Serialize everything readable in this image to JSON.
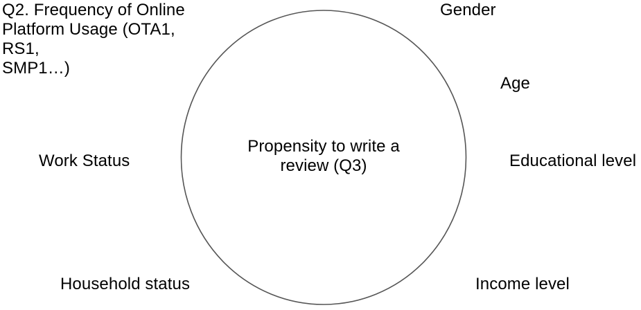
{
  "diagram": {
    "type": "conceptual-framework-circle",
    "background_color": "#ffffff",
    "text_color": "#000000",
    "circle": {
      "stroke_color": "#555555",
      "fill_color": "none",
      "center_label": "Propensity to write a\nreview (Q3)"
    },
    "labels": [
      {
        "id": "platform-usage",
        "text": "Q2. Frequency of Online\nPlatform Usage (OTA1, RS1,\nSMP1…)",
        "position": "top-left"
      },
      {
        "id": "gender",
        "text": "Gender",
        "position": "top-right"
      },
      {
        "id": "age",
        "text": "Age",
        "position": "upper-right"
      },
      {
        "id": "education",
        "text": "Educational level",
        "position": "right-middle"
      },
      {
        "id": "income",
        "text": "Income level",
        "position": "bottom-right"
      },
      {
        "id": "household",
        "text": "Household status",
        "position": "bottom-left"
      },
      {
        "id": "work-status",
        "text": "Work Status",
        "position": "left-middle"
      }
    ]
  }
}
